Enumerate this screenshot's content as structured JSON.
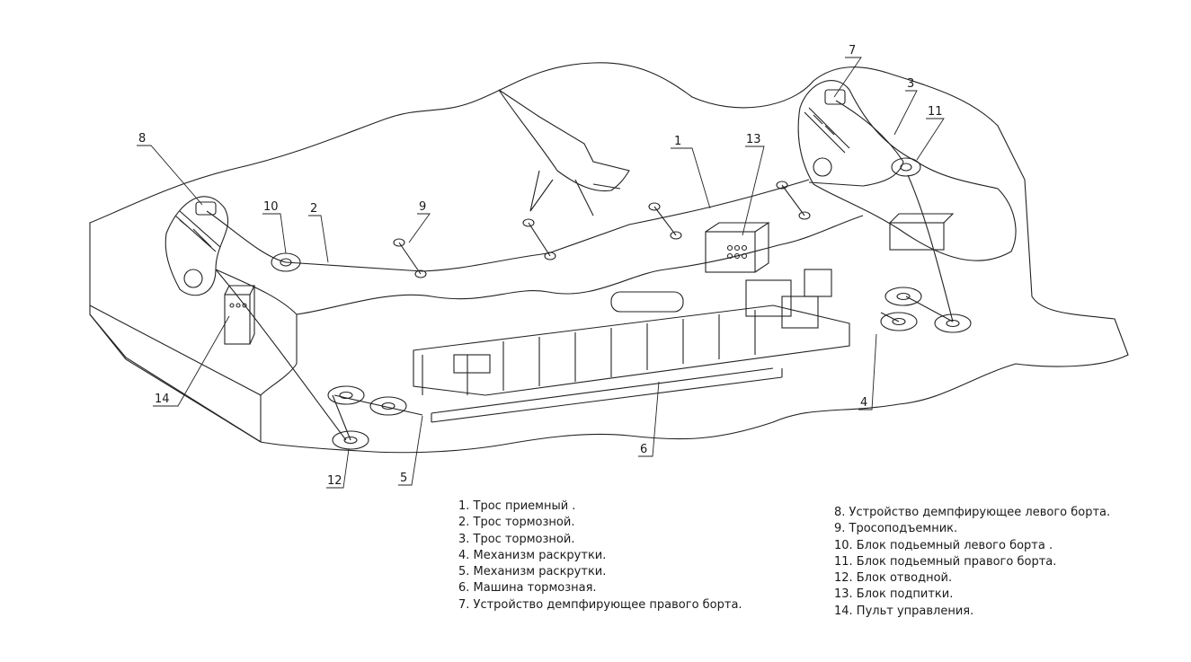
{
  "callouts": [
    "1",
    "2",
    "3",
    "4",
    "5",
    "6",
    "7",
    "8",
    "9",
    "10",
    "11",
    "12",
    "13",
    "14"
  ],
  "legend_left": [
    "1.  Трос приемный .",
    "2.  Трос тормозной.",
    "3.  Трос тормозной.",
    "4.  Механизм раскрутки.",
    "5.  Механизм раскрутки.",
    "6.  Машина тормозная.",
    "7.  Устройство демпфирующее правого борта."
  ],
  "legend_right": [
    "8.  Устройство демпфирующее левого борта.",
    "9.  Тросоподъемник.",
    "10.  Блок подьемный левого борта .",
    "11.  Блок подьемный правого борта.",
    "12.  Блок отводной.",
    "13.  Блок подпитки.",
    "14.  Пульт управления."
  ]
}
